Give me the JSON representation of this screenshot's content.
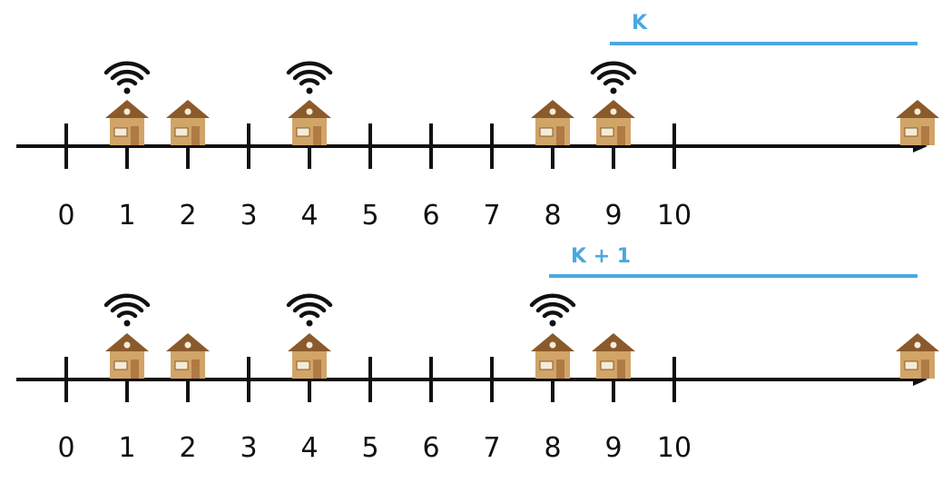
{
  "colors": {
    "axis": "#111111",
    "range": "#4aa8e0",
    "house_wall": "#d1a468",
    "house_roof": "#8b5a2b",
    "house_door": "#b07a45",
    "house_window": "#f4ecd8",
    "wifi": "#111111"
  },
  "icons": {
    "house": "house-icon",
    "wifi": "wifi-icon"
  },
  "diagrams": [
    {
      "ticks": [
        0,
        1,
        2,
        3,
        4,
        5,
        6,
        7,
        8,
        9,
        10
      ],
      "tick_labels": [
        "0",
        "1",
        "2",
        "3",
        "4",
        "5",
        "6",
        "7",
        "8",
        "9",
        "10"
      ],
      "houses": [
        1,
        2,
        4,
        8,
        9,
        14
      ],
      "transmitters": [
        1,
        4,
        9
      ],
      "range": {
        "label": "K",
        "from": 9,
        "to": 14
      }
    },
    {
      "ticks": [
        0,
        1,
        2,
        3,
        4,
        5,
        6,
        7,
        8,
        9,
        10
      ],
      "tick_labels": [
        "0",
        "1",
        "2",
        "3",
        "4",
        "5",
        "6",
        "7",
        "8",
        "9",
        "10"
      ],
      "houses": [
        1,
        2,
        4,
        8,
        9,
        14
      ],
      "transmitters": [
        1,
        4,
        8
      ],
      "range": {
        "label": "K + 1",
        "from": 8,
        "to": 14
      }
    }
  ]
}
